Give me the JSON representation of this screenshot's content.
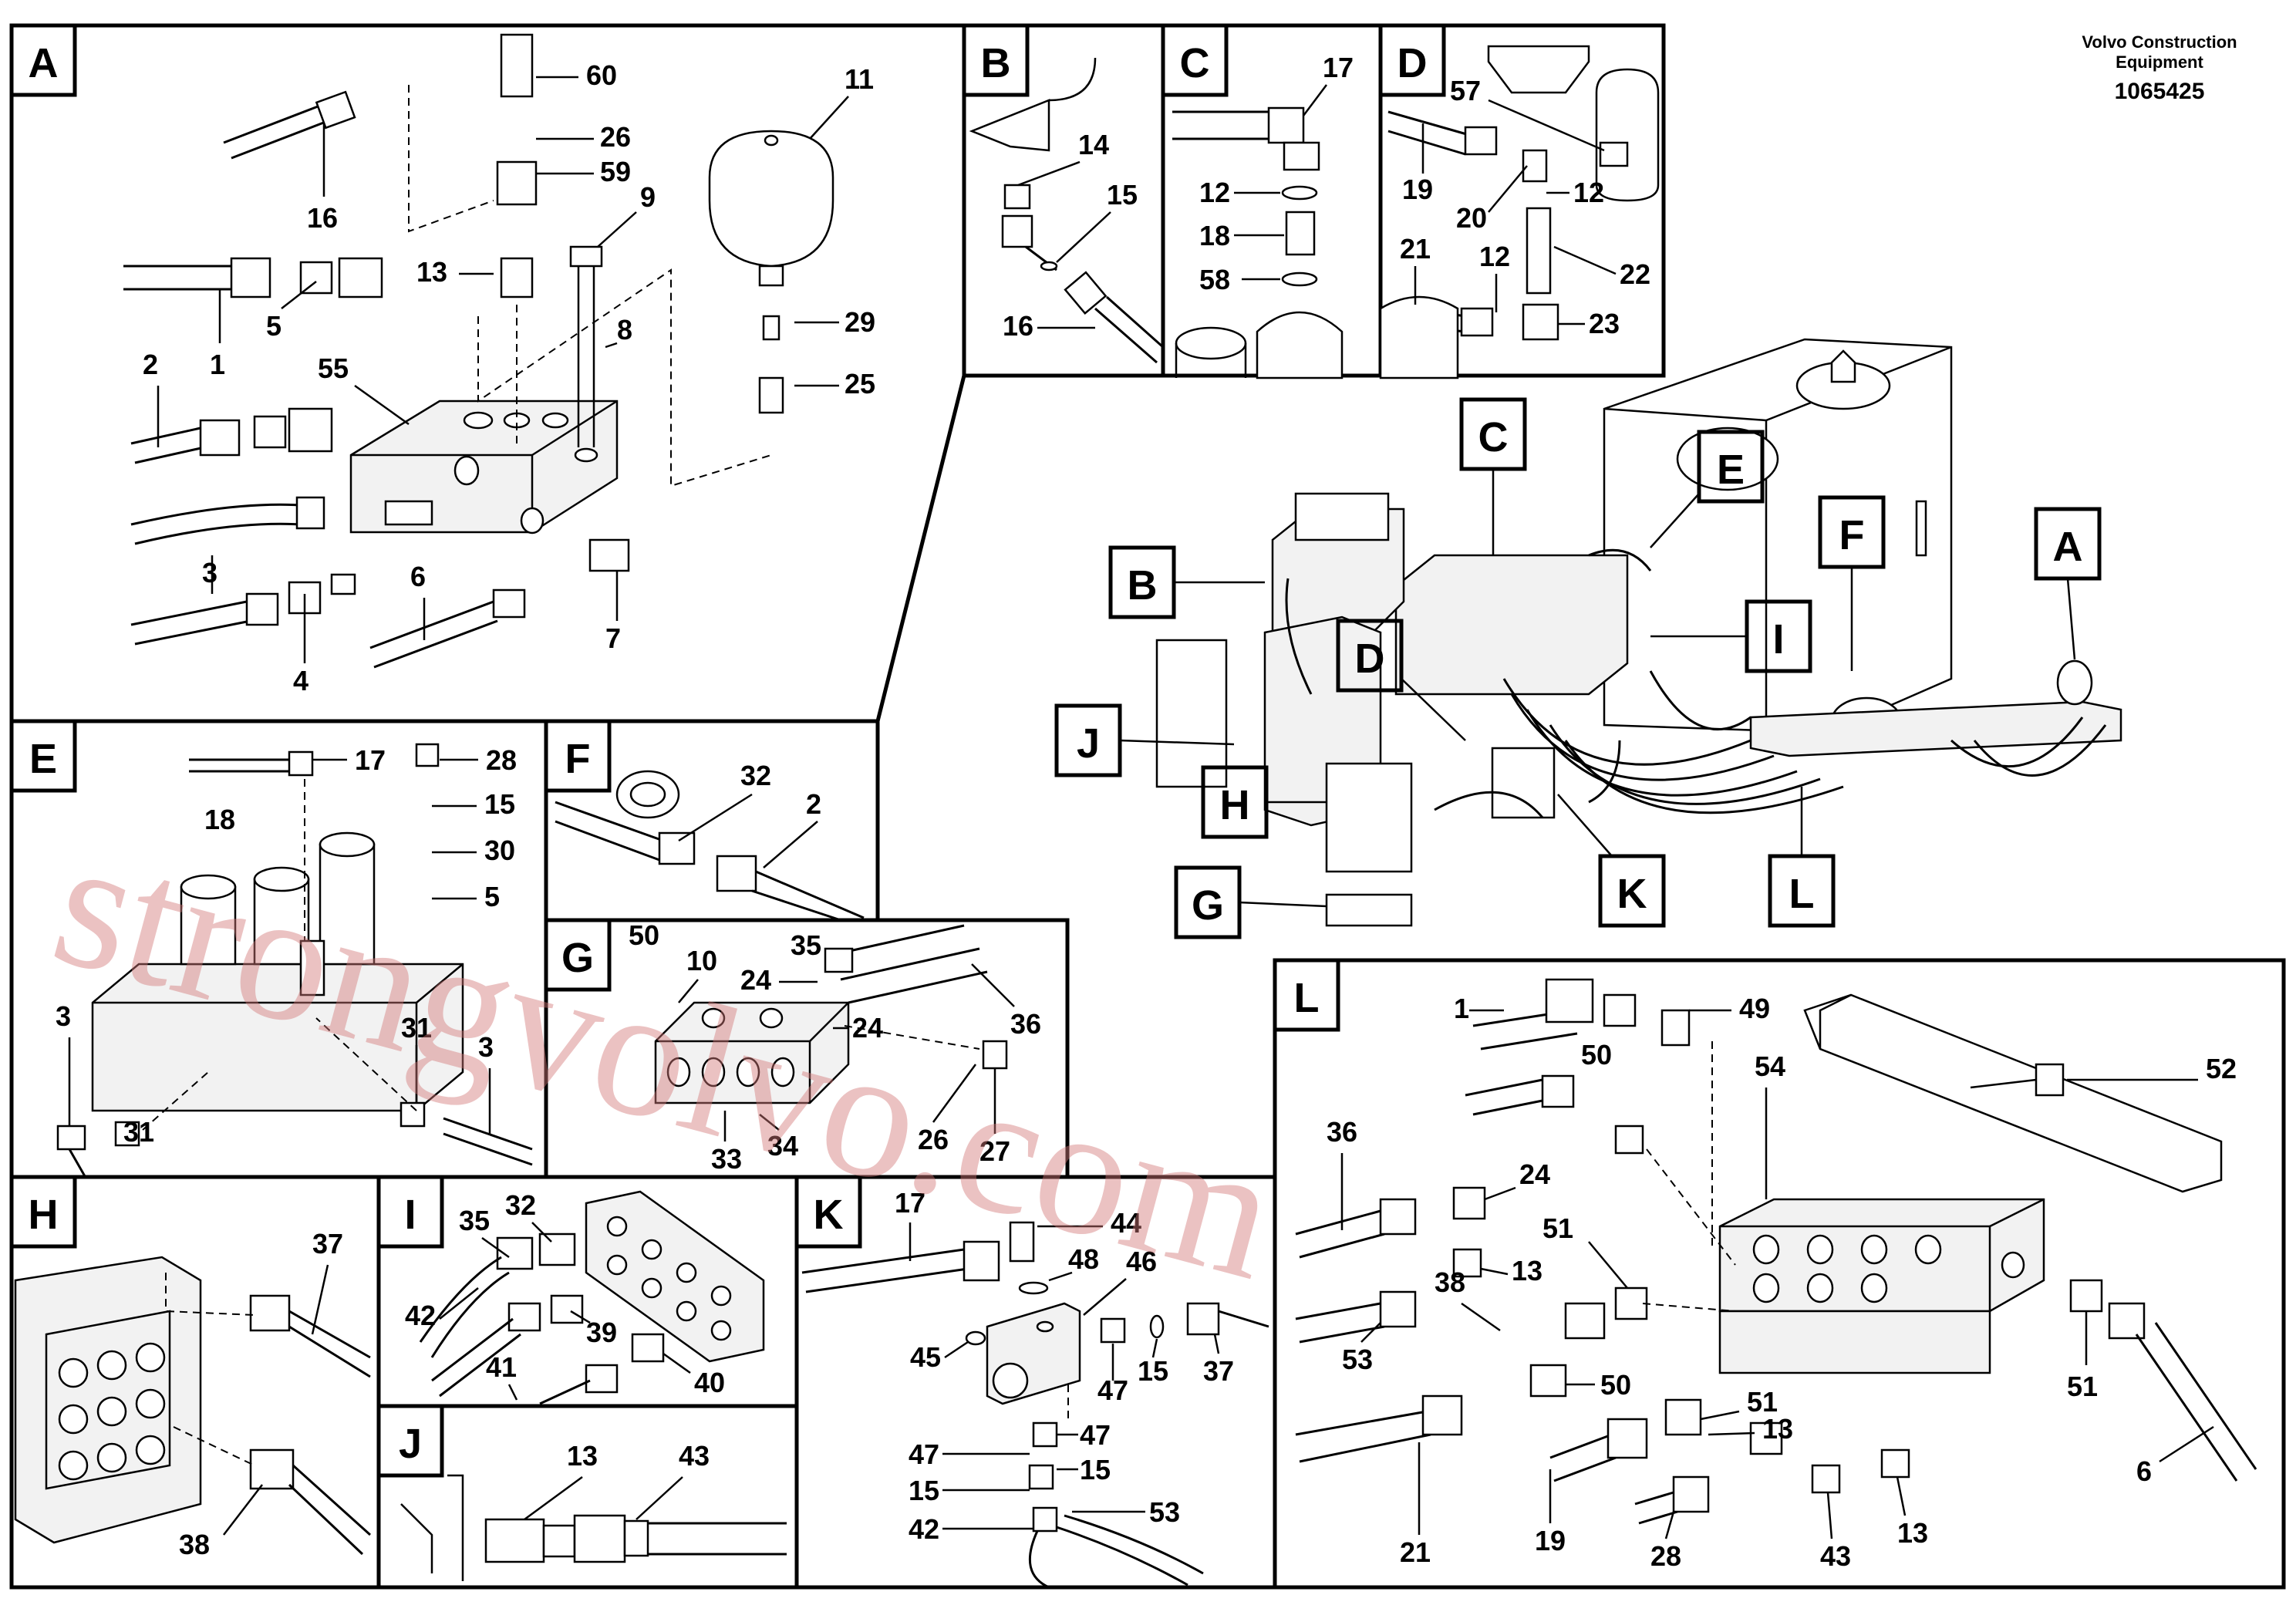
{
  "header": {
    "brand_line1": "Volvo Construction",
    "brand_line2": "Equipment",
    "document_number": "1065425"
  },
  "watermark": "strongvolvo.com",
  "panels": {
    "A": {
      "letter": "A",
      "parts": [
        "60",
        "11",
        "26",
        "59",
        "9",
        "16",
        "13",
        "8",
        "1",
        "5",
        "29",
        "2",
        "55",
        "25",
        "3",
        "6",
        "4",
        "7"
      ]
    },
    "B": {
      "letter": "B",
      "parts": [
        "14",
        "15",
        "16"
      ]
    },
    "C": {
      "letter": "C",
      "parts": [
        "17",
        "12",
        "18",
        "58"
      ]
    },
    "D": {
      "letter": "D",
      "parts": [
        "57",
        "19",
        "20",
        "12",
        "22",
        "21",
        "12",
        "23"
      ]
    },
    "E": {
      "letter": "E",
      "parts": [
        "17",
        "28",
        "18",
        "15",
        "30",
        "5",
        "3",
        "31",
        "31",
        "3"
      ]
    },
    "F": {
      "letter": "F",
      "parts": [
        "32",
        "2"
      ]
    },
    "G": {
      "letter": "G",
      "parts": [
        "50",
        "10",
        "35",
        "24",
        "24",
        "36",
        "26",
        "27",
        "33",
        "34"
      ]
    },
    "H": {
      "letter": "H",
      "parts": [
        "37",
        "38"
      ]
    },
    "I": {
      "letter": "I",
      "parts": [
        "35",
        "32",
        "42",
        "39",
        "41",
        "40"
      ]
    },
    "J": {
      "letter": "J",
      "parts": [
        "13",
        "43"
      ]
    },
    "K": {
      "letter": "K",
      "parts": [
        "17",
        "44",
        "48",
        "46",
        "45",
        "47",
        "15",
        "37",
        "47",
        "47",
        "15",
        "15",
        "42",
        "53"
      ]
    },
    "L": {
      "letter": "L",
      "parts": [
        "1",
        "49",
        "50",
        "54",
        "52",
        "36",
        "24",
        "51",
        "13",
        "38",
        "53",
        "50",
        "51",
        "51",
        "13",
        "21",
        "19",
        "28",
        "43",
        "13",
        "6"
      ]
    }
  },
  "overview_callouts": [
    "C",
    "E",
    "B",
    "F",
    "A",
    "I",
    "D",
    "J",
    "H",
    "K",
    "L",
    "G"
  ],
  "icons": [
    "accumulator-icon",
    "hydraulic-tank-icon",
    "valve-block-icon",
    "fitting-icon",
    "hose-icon"
  ]
}
